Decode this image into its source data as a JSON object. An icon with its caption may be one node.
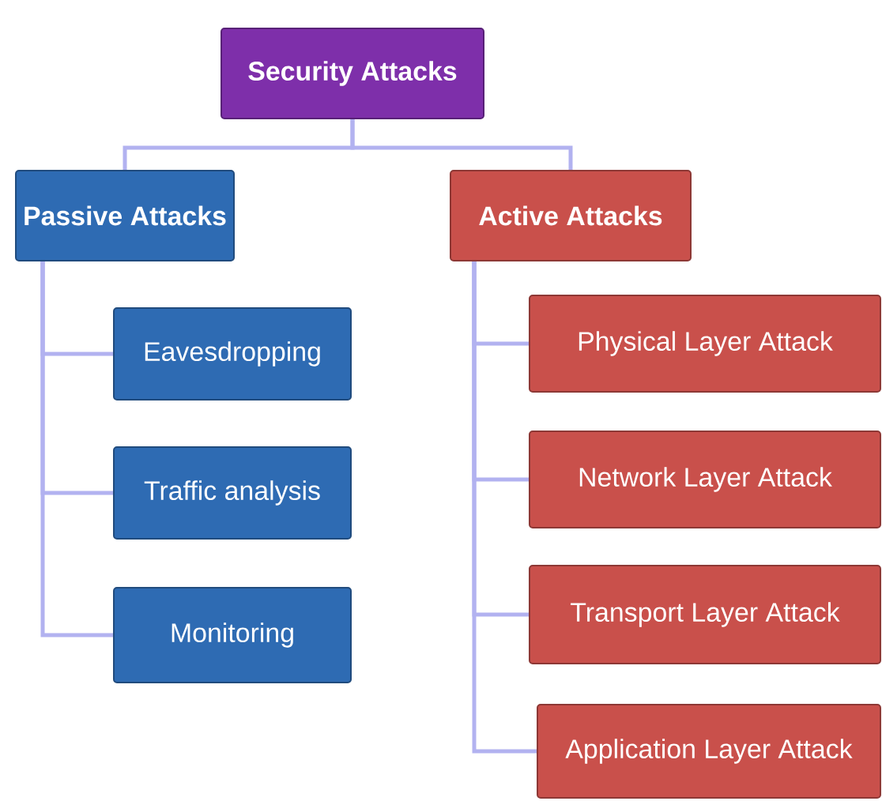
{
  "diagram": {
    "nodes": [
      {
        "text": [
          "Security Attacks"
        ]
      },
      {
        "text": [
          "Passive Attacks"
        ]
      },
      {
        "text": [
          "Active Attacks"
        ]
      },
      {
        "text": [
          "Eavesdropping"
        ]
      },
      {
        "text": [
          "Traffic analysis"
        ]
      },
      {
        "text": [
          "Monitoring"
        ]
      },
      {
        "text": [
          "Physical Layer Attack"
        ]
      },
      {
        "text": [
          "Network Layer Attack"
        ]
      },
      {
        "text": [
          "Transport Layer Attack"
        ]
      },
      {
        "text": [
          "Application Layer Attack"
        ]
      }
    ],
    "edges": [
      {
        "from": 0,
        "to": 1,
        "arrow": "none"
      },
      {
        "from": 0,
        "to": 2,
        "arrow": "none"
      },
      {
        "from": 1,
        "to": 3,
        "arrow": "none"
      },
      {
        "from": 1,
        "to": 4,
        "arrow": "none"
      },
      {
        "from": 1,
        "to": 5,
        "arrow": "none"
      },
      {
        "from": 2,
        "to": 6,
        "arrow": "none"
      },
      {
        "from": 2,
        "to": 7,
        "arrow": "none"
      },
      {
        "from": 2,
        "to": 8,
        "arrow": "none"
      },
      {
        "from": 2,
        "to": 9,
        "arrow": "none"
      }
    ]
  }
}
